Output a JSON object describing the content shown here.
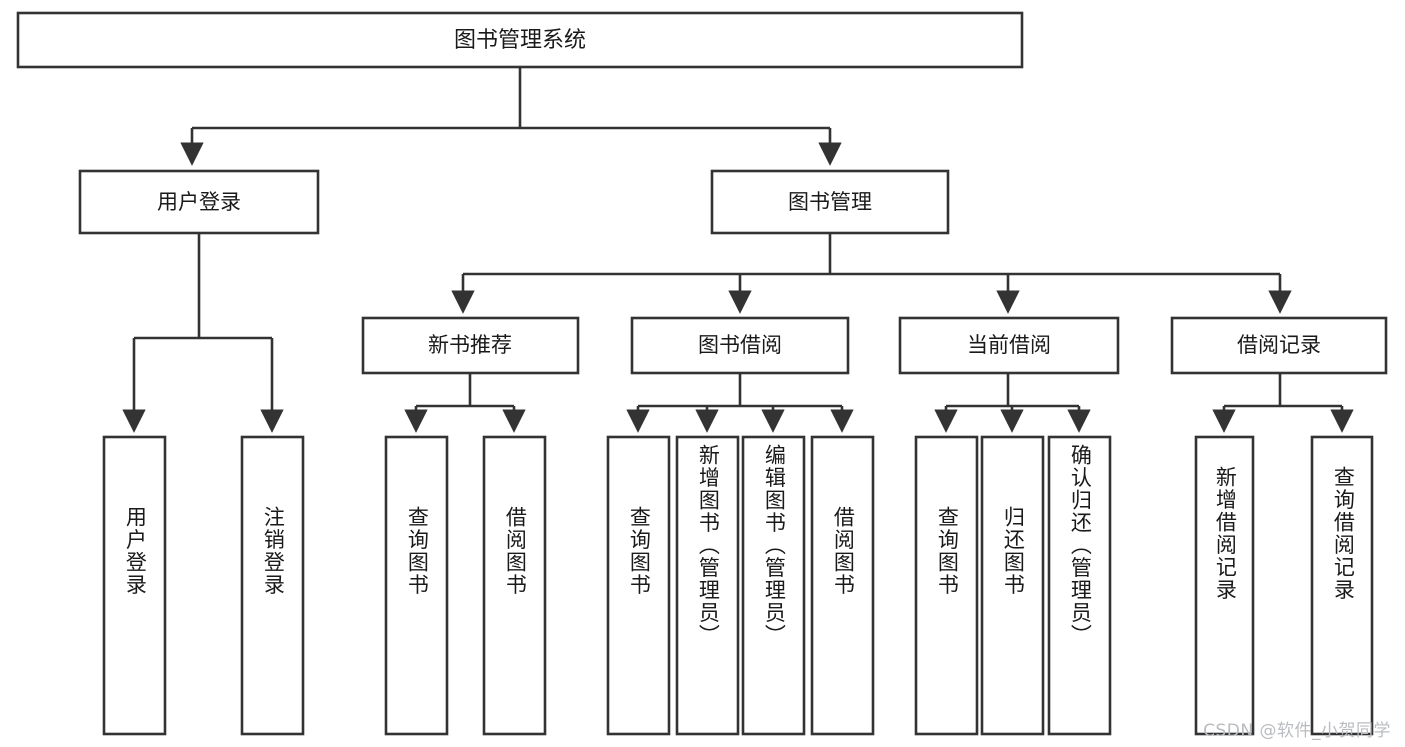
{
  "diagram": {
    "type": "tree",
    "title": "图书管理系统",
    "watermark": "CSDN @软件_小贺同学",
    "colors": {
      "node_stroke": "#333333",
      "node_fill": "#ffffff",
      "text": "#1a1a1a",
      "watermark": "#b9bcc0",
      "background": "#ffffff"
    },
    "levels": {
      "level0": {
        "root": {
          "label": "图书管理系统"
        }
      },
      "level1": [
        {
          "label": "用户登录"
        },
        {
          "label": "图书管理"
        }
      ],
      "level2": [
        {
          "label": "新书推荐"
        },
        {
          "label": "图书借阅"
        },
        {
          "label": "当前借阅"
        },
        {
          "label": "借阅记录"
        }
      ],
      "leaves": {
        "user_login": [
          {
            "label": "用户登录"
          },
          {
            "label": "注销登录"
          }
        ],
        "new_book_recommend": [
          {
            "label": "查询图书"
          },
          {
            "label": "借阅图书"
          }
        ],
        "book_borrow": [
          {
            "label": "查询图书"
          },
          {
            "label": "新增图书（管理员）"
          },
          {
            "label": "编辑图书（管理员）"
          },
          {
            "label": "借阅图书"
          }
        ],
        "current_borrow": [
          {
            "label": "查询图书"
          },
          {
            "label": "归还图书"
          },
          {
            "label": "确认归还（管理员）"
          }
        ],
        "borrow_record": [
          {
            "label": "新增借阅记录"
          },
          {
            "label": "查询借阅记录"
          }
        ]
      }
    }
  }
}
